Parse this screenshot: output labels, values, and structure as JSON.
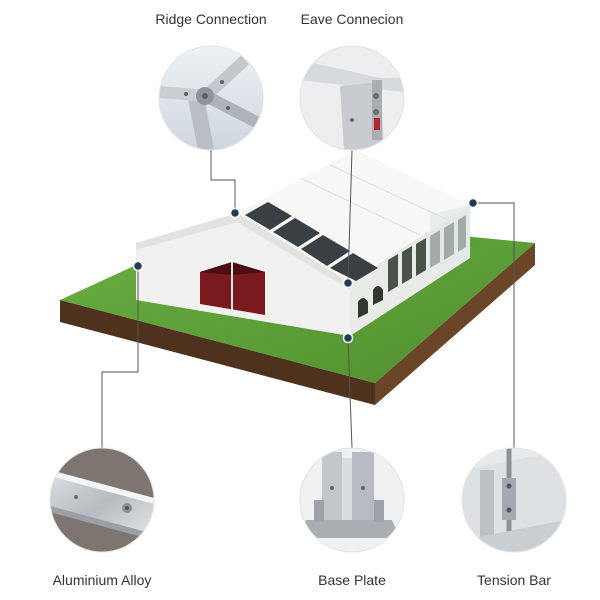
{
  "labels": {
    "ridge_connection": "Ridge Connection",
    "eave_connection": "Eave Connecion",
    "aluminium_alloy": "Aluminium Alloy",
    "base_plate": "Base Plate",
    "tension_bar": "Tension Bar"
  },
  "colors": {
    "callout_line": "#555555",
    "callout_dot": "#1f3a5a",
    "grass": "#5fa23a",
    "soil": "#5a3a22",
    "tent_white": "#f4f4f2",
    "roof_panel": "#3a3f44",
    "carpet": "#7a1a1e"
  },
  "icons": {
    "ridge": "ridge-connection-detail-icon",
    "eave": "eave-connection-detail-icon",
    "alloy": "aluminium-profile-detail-icon",
    "base": "base-plate-detail-icon",
    "tension": "tension-bar-detail-icon"
  }
}
